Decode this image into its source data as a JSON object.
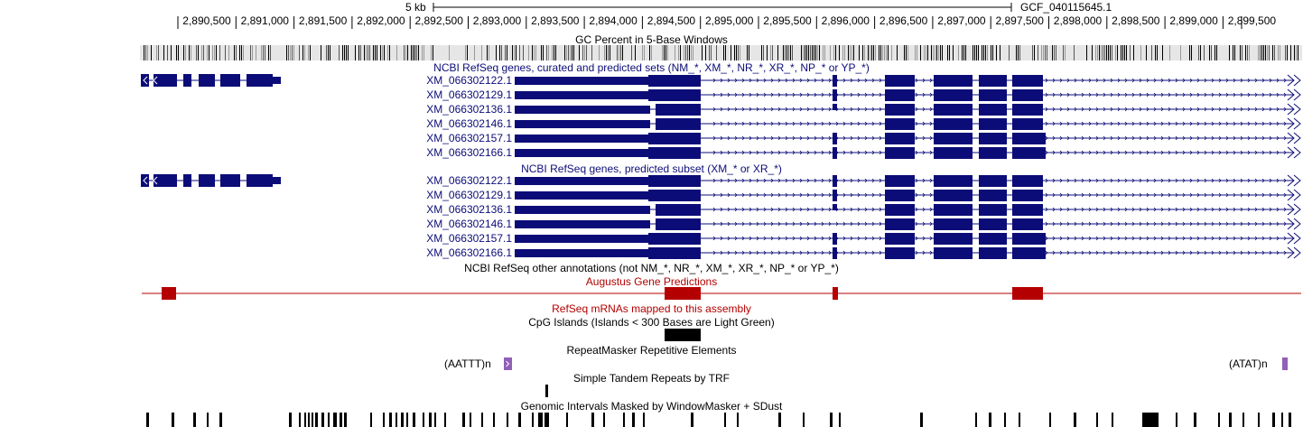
{
  "colors": {
    "gene": "#0c0c78",
    "augustus": "#b40000",
    "repeat_purple": "#9060b8",
    "black": "#000000",
    "gc_light": "#dddddd"
  },
  "scale": {
    "label": "5 kb",
    "assembly": "GCF_040115645.1"
  },
  "ruler": {
    "positions": [
      "2,890,500",
      "2,891,000",
      "2,891,500",
      "2,892,000",
      "2,892,500",
      "2,893,000",
      "2,893,500",
      "2,894,000",
      "2,894,500",
      "2,895,000",
      "2,895,500",
      "2,896,000",
      "2,896,500",
      "2,897,000",
      "2,897,500",
      "2,898,000",
      "2,898,500",
      "2,899,000",
      "2,899,500"
    ]
  },
  "tracks": {
    "gc_percent": "GC Percent in 5-Base Windows",
    "refseq_all": "NCBI RefSeq genes, curated and predicted sets (NM_*, XM_*, NR_*, XR_*, NP_* or YP_*)",
    "refseq_predicted": "NCBI RefSeq genes, predicted subset (XM_* or XR_*)",
    "refseq_other": "NCBI RefSeq other annotations (not NM_*, NR_*, XM_*, XR_*, NP_* or YP_*)",
    "augustus": "Augustus Gene Predictions",
    "refseq_mrna": "RefSeq mRNAs mapped to this assembly",
    "cpg": "CpG Islands (Islands < 300 Bases are Light Green)",
    "repeatmasker": "RepeatMasker Repetitive Elements",
    "simple_repeats": "Simple Tandem Repeats by TRF",
    "windowmasker": "Genomic Intervals Masked by WindowMasker + SDust"
  },
  "transcripts": [
    "XM_066302122.1",
    "XM_066302129.1",
    "XM_066302136.1",
    "XM_066302146.1",
    "XM_066302157.1",
    "XM_066302166.1"
  ],
  "repeats": {
    "left": "(AATTT)n",
    "right": "(ATAT)n"
  }
}
